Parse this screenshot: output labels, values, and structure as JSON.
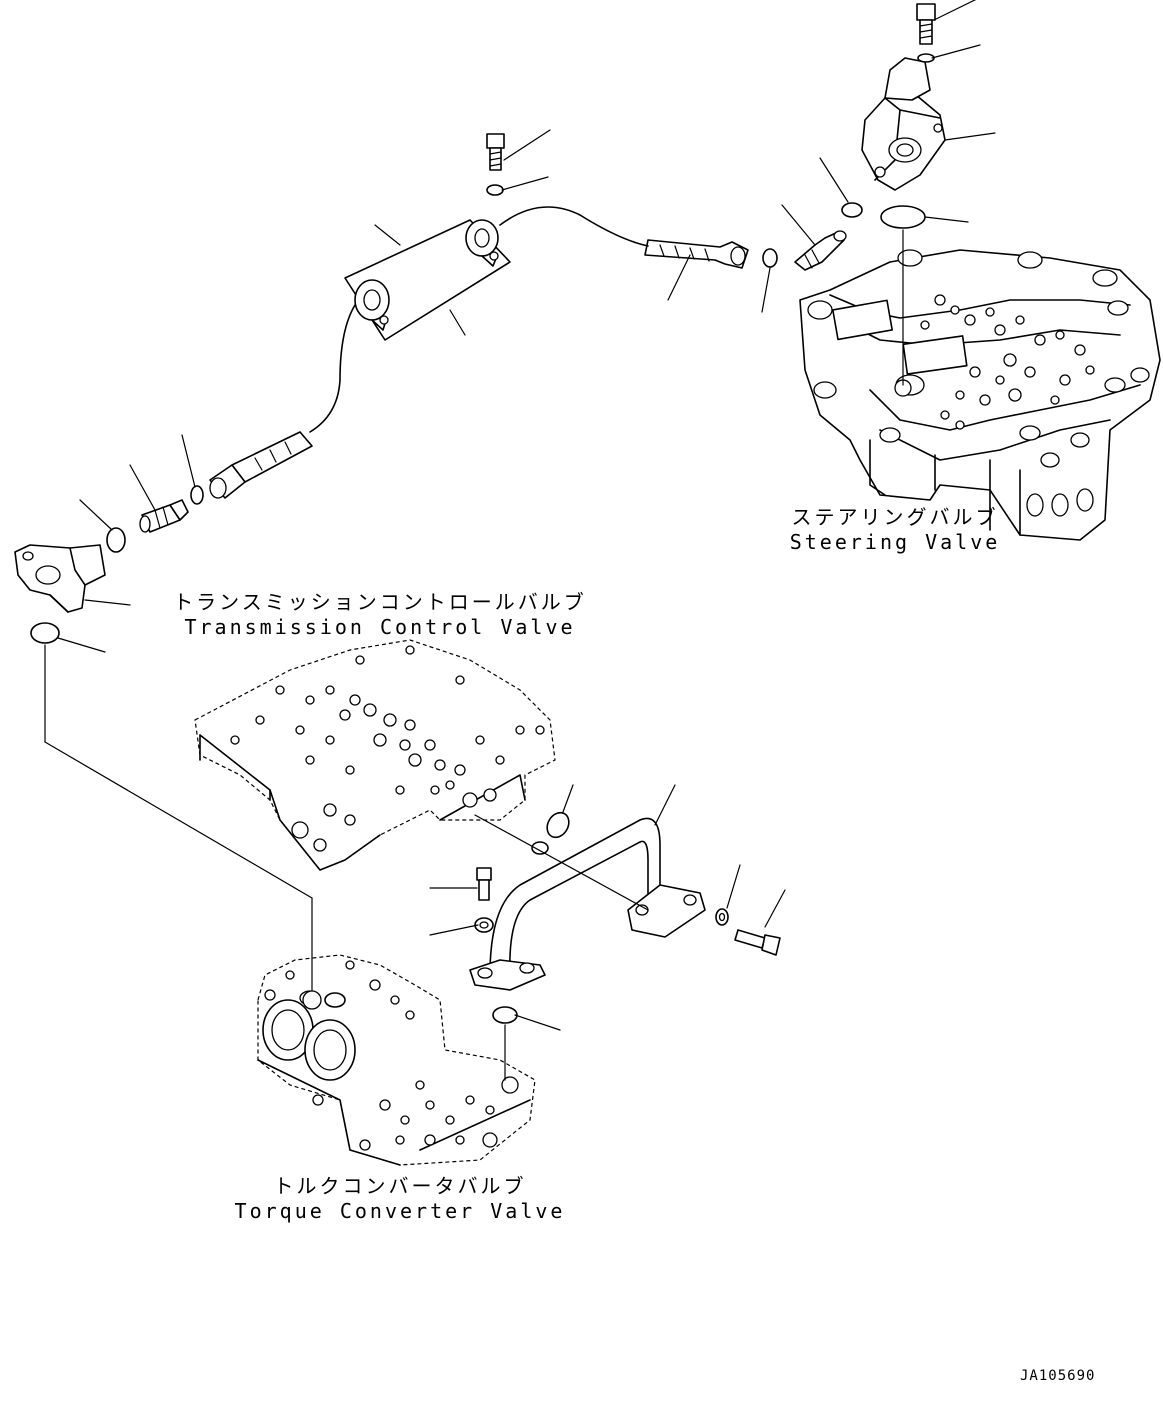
{
  "labels": {
    "steering_valve_jp": "ステアリングバルブ",
    "steering_valve_en": "Steering Valve",
    "transmission_valve_jp": "トランスミッションコントロールバルブ",
    "transmission_valve_en": "Transmission Control Valve",
    "torque_converter_jp": "トルクコンバータバルブ",
    "torque_converter_en": "Torque Converter Valve"
  },
  "drawing_code": "JA105690"
}
